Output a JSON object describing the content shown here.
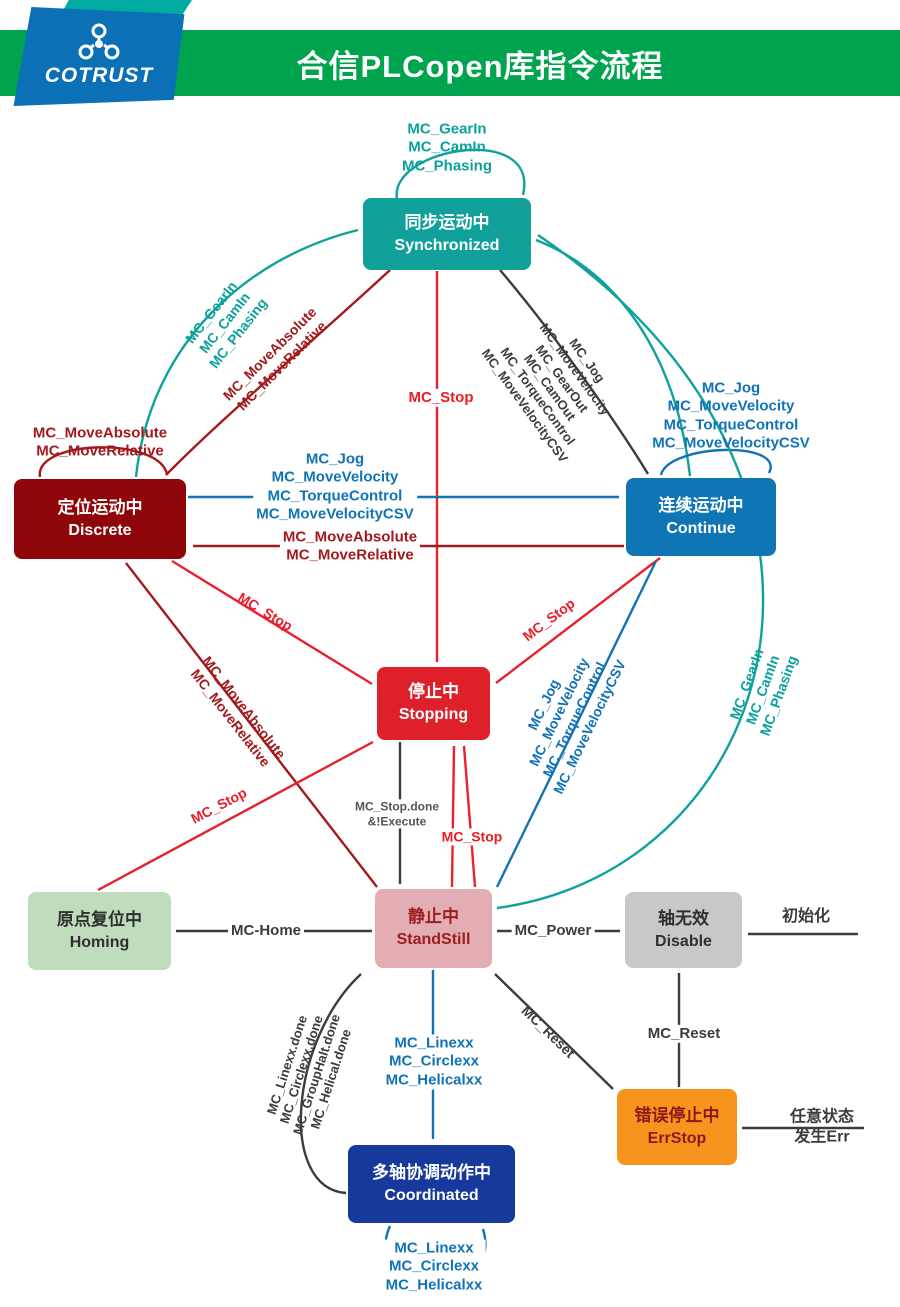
{
  "header": {
    "title": "合信PLCopen库指令流程",
    "logo": "COTRUST"
  },
  "palette": {
    "header_green": "#00A44F",
    "logo_blue": "#0C70B7",
    "logo_teal": "#00ABA2",
    "teal": "#0FA29B",
    "dark_red": "#A21A1D",
    "red": "#E8222C",
    "blue": "#1173B5",
    "dark_blue": "#16399B",
    "orange": "#F7941D",
    "pink": "#E2AEB3",
    "light_green": "#BFDCBD",
    "gray": "#C7C8CA"
  },
  "states": {
    "synchronized": {
      "cn": "同步运动中",
      "en": "Synchronized"
    },
    "discrete": {
      "cn": "定位运动中",
      "en": "Discrete"
    },
    "continue": {
      "cn": "连续运动中",
      "en": "Continue"
    },
    "stopping": {
      "cn": "停止中",
      "en": "Stopping"
    },
    "standstill": {
      "cn": "静止中",
      "en": "StandStill"
    },
    "homing": {
      "cn": "原点复位中",
      "en": "Homing"
    },
    "disable": {
      "cn": "轴无效",
      "en": "Disable"
    },
    "errstop": {
      "cn": "错误停止中",
      "en": "ErrStop"
    },
    "coordinated": {
      "cn": "多轴协调动作中",
      "en": "Coordinated"
    }
  },
  "labels": {
    "sync_self": "MC_GearIn\nMC_CamIn\nMC_Phasing",
    "discrete_to_sync": "MC_GearIn\nMC_CamIn\nMC_Phasing",
    "sync_to_discrete": "MC_MoveAbsolute\nMC_MoveRelative",
    "sync_to_continue": "MC_Jog\nMC_MoveVelocity\nMC_GearOut\nMC_CamOut\nMC_TorqueControl\nMC_MoveVelocityCSV",
    "stop_center": "MC_Stop",
    "discrete_to_continue": "MC_Jog\nMC_MoveVelocity\nMC_TorqueControl\nMC_MoveVelocityCSV",
    "continue_to_discrete": "MC_MoveAbsolute\nMC_MoveRelative",
    "discrete_self": "MC_MoveAbsolute\nMC_MoveRelative",
    "continue_self": "MC_Jog\nMC_MoveVelocity\nMC_TorqueControl\nMC_MoveVelocityCSV",
    "discrete_to_stopping": "MC_Stop",
    "continue_to_stopping": "MC_Stop",
    "standstill_to_discrete": "MC_MoveAbsolute\nMC_MoveRelative",
    "homing_to_stopping": "MC_Stop",
    "standstill_to_continue": "MC_Jog\nMC_MoveVelocity\nMC_TorqueControl\nMC_MoveVelocityCSV",
    "standstill_to_sync": "MC_GearIn\nMC_CamIn\nMC_Phasing",
    "stopping_done": "MC_Stop.done\n&!Execute",
    "standstill_to_stopping": "MC_Stop",
    "mc_home": "MC-Home",
    "mc_power": "MC_Power",
    "init": "初始化",
    "mc_reset_vertical": "MC_Reset",
    "mc_reset_diag": "MC_Reset",
    "any_state_err": "任意状态发生Err",
    "standstill_to_coord": "MC_Linexx\nMC_Circlexx\nMC_Helicalxx",
    "coord_to_standstill": "MC_Linexx.done\nMC_Circlexx.done\nMC_GroupHalt.done\nMC_Helical.done",
    "coord_self": "MC_Linexx\nMC_Circlexx\nMC_Helicalxx"
  }
}
